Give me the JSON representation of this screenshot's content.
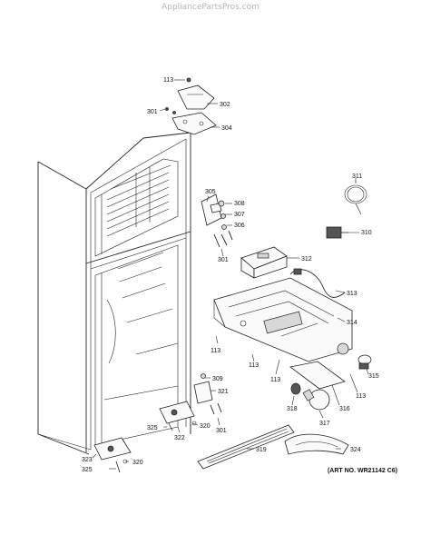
{
  "watermark": "AppliancePartsPros.com",
  "art_number": "(ART NO. WR21142 C6)",
  "callouts": {
    "c113a": "113",
    "c302": "302",
    "c301a": "301",
    "c304": "304",
    "c305": "305",
    "c308a": "308",
    "c307": "307",
    "c306": "306",
    "c301b": "301",
    "c311": "311",
    "c310": "310",
    "c312": "312",
    "c313": "313",
    "c314": "314",
    "c113b": "113",
    "c113c": "113",
    "c113d": "113",
    "c315": "315",
    "c113e": "113",
    "c309": "309",
    "c321": "321",
    "c316": "316",
    "c318": "318",
    "c317": "317",
    "c320a": "320",
    "c301c": "301",
    "c325a": "325",
    "c322": "322",
    "c319": "319",
    "c324": "324",
    "c323": "323",
    "c320b": "320",
    "c325b": "325"
  }
}
